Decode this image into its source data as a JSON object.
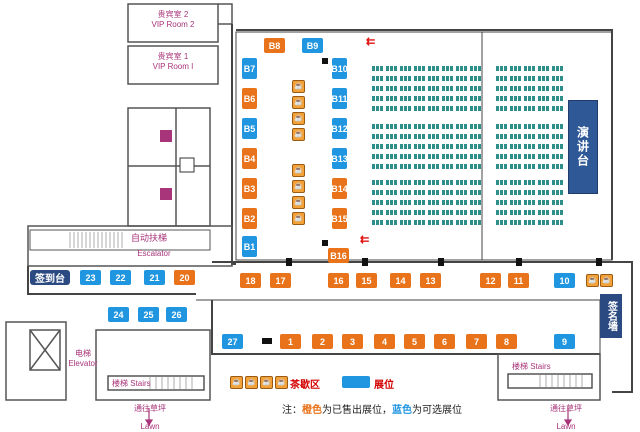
{
  "rooms": {
    "vip2_cn": "贵宾室 2",
    "vip2_en": "VIP Room 2",
    "vip1_cn": "贵宾室 1",
    "vip1_en": "VIP Room I"
  },
  "escalator": {
    "cn": "自动扶梯",
    "en": "Escalator"
  },
  "checkin": "签到台",
  "elevator": {
    "cn": "电梯",
    "en": "Elevator"
  },
  "stairs_left": "楼梯 Stairs",
  "stairs_right": "楼梯 Stairs",
  "stage": "演讲台",
  "sign_wall": "签名墙",
  "lawn_left": {
    "cn": "通往草坪",
    "en": "Lawn"
  },
  "lawn_right": {
    "cn": "通往草坪",
    "en": "Lawn"
  },
  "legend": {
    "tea_area": "茶歇区",
    "booth": "展位",
    "note_prefix": "注：",
    "note_orange": "橙色",
    "note_mid": "为已售出展位，",
    "note_blue": "蓝色",
    "note_suffix": "为可选展位"
  },
  "booths": [
    {
      "id": "B8",
      "status": "sold"
    },
    {
      "id": "B9",
      "status": "available"
    },
    {
      "id": "B7",
      "status": "available"
    },
    {
      "id": "B6",
      "status": "sold"
    },
    {
      "id": "B5",
      "status": "available"
    },
    {
      "id": "B4",
      "status": "sold"
    },
    {
      "id": "B3",
      "status": "sold"
    },
    {
      "id": "B2",
      "status": "sold"
    },
    {
      "id": "B1",
      "status": "available"
    },
    {
      "id": "B10",
      "status": "available"
    },
    {
      "id": "B11",
      "status": "available"
    },
    {
      "id": "B12",
      "status": "available"
    },
    {
      "id": "B13",
      "status": "available"
    },
    {
      "id": "B14",
      "status": "sold"
    },
    {
      "id": "B15",
      "status": "sold"
    },
    {
      "id": "B16",
      "status": "sold"
    },
    {
      "id": "18",
      "status": "sold"
    },
    {
      "id": "17",
      "status": "sold"
    },
    {
      "id": "16",
      "status": "sold"
    },
    {
      "id": "15",
      "status": "sold"
    },
    {
      "id": "14",
      "status": "sold"
    },
    {
      "id": "13",
      "status": "sold"
    },
    {
      "id": "12",
      "status": "sold"
    },
    {
      "id": "11",
      "status": "sold"
    },
    {
      "id": "10",
      "status": "available"
    },
    {
      "id": "23",
      "status": "available"
    },
    {
      "id": "22",
      "status": "available"
    },
    {
      "id": "21",
      "status": "available"
    },
    {
      "id": "20",
      "status": "sold"
    },
    {
      "id": "24",
      "status": "available"
    },
    {
      "id": "25",
      "status": "available"
    },
    {
      "id": "26",
      "status": "available"
    },
    {
      "id": "27",
      "status": "available"
    },
    {
      "id": "1",
      "status": "sold"
    },
    {
      "id": "2",
      "status": "sold"
    },
    {
      "id": "3",
      "status": "sold"
    },
    {
      "id": "4",
      "status": "sold"
    },
    {
      "id": "5",
      "status": "sold"
    },
    {
      "id": "6",
      "status": "sold"
    },
    {
      "id": "7",
      "status": "sold"
    },
    {
      "id": "8",
      "status": "sold"
    },
    {
      "id": "9",
      "status": "available"
    }
  ],
  "colors": {
    "sold": "#e8731b",
    "available": "#2196e0",
    "stage": "#2f5897",
    "seat": "#2e8f8a"
  }
}
